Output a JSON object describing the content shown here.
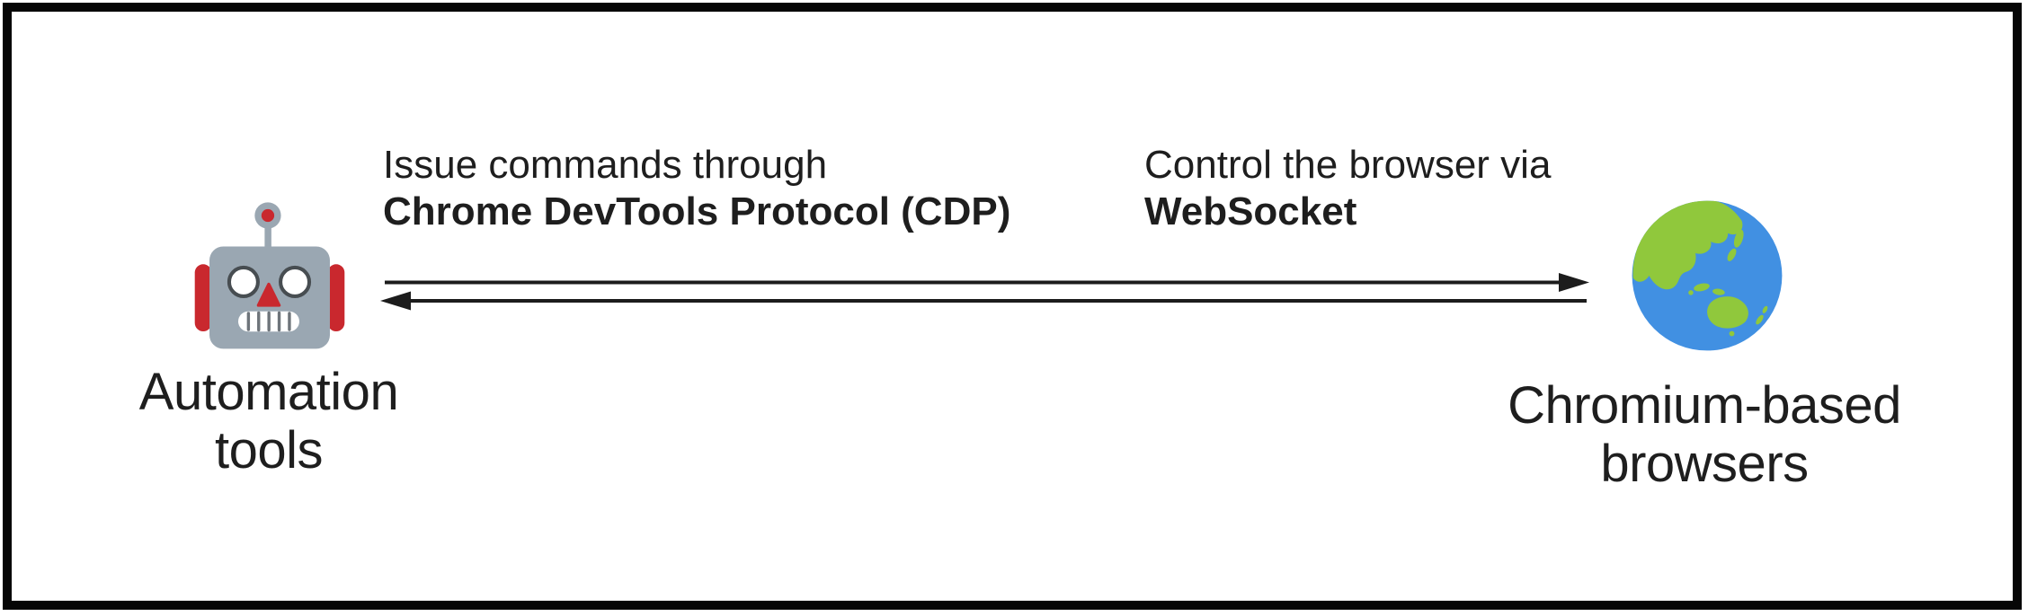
{
  "diagram": {
    "left_node": {
      "icon": "robot-icon",
      "label": "Automation\ntools"
    },
    "right_node": {
      "icon": "globe-showing-asia-australia-icon",
      "label": "Chromium-based\nbrowsers"
    },
    "forward_annotation": {
      "line1": "Issue commands through",
      "line2_bold": "Chrome DevTools Protocol (CDP)"
    },
    "reverse_annotation": {
      "line1": "Control the browser via",
      "line2_bold": "WebSocket"
    },
    "arrows": {
      "direction": "bidirectional",
      "top_arrow_points": "right",
      "bottom_arrow_points": "left"
    },
    "colors": {
      "text": "#1e1e1e",
      "arrow": "#1c1c1c",
      "frame": "#060606",
      "robot_head": "#9aa7b2",
      "robot_red": "#c9282e",
      "robot_eye_stroke": "#474d51",
      "robot_teeth": "#6e747a",
      "globe_ocean": "#4190e2",
      "globe_land": "#90c83c"
    }
  }
}
